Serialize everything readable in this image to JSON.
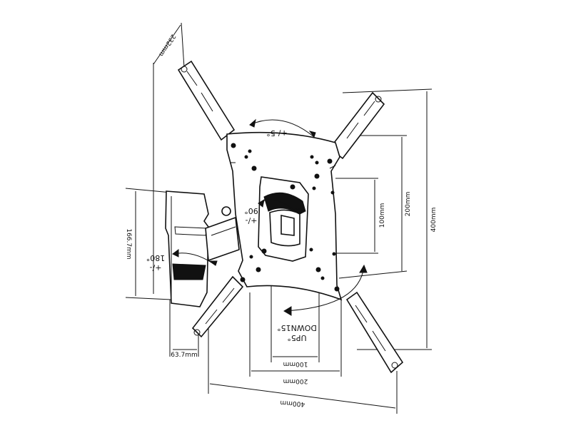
{
  "dimensions": {
    "arm_length": "232mm",
    "wall_plate_height": "166.7mm",
    "wall_depth": "63.7mm",
    "vesa_v100": "100mm",
    "vesa_v200": "200mm",
    "vesa_v400": "400mm",
    "vesa_h100": "100mm",
    "vesa_h200": "200mm",
    "vesa_h400": "400mm"
  },
  "angles": {
    "rotate_top": "+/-5°",
    "swivel_center_value": "90°",
    "swivel_center_sign": "+/-",
    "swivel_wall_value": "180°",
    "swivel_wall_sign": "+/-",
    "tilt_up": "UP5°",
    "tilt_down": "DOWN15°"
  }
}
